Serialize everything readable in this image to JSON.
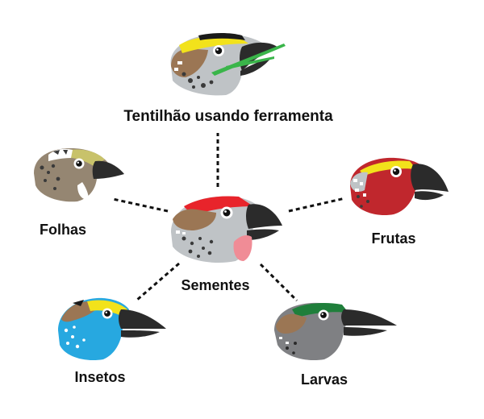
{
  "diagram": {
    "center": {
      "label": "Sementes"
    },
    "nodes": [
      {
        "id": "ferramenta",
        "label": "Tentilhão usando ferramenta"
      },
      {
        "id": "folhas",
        "label": "Folhas"
      },
      {
        "id": "frutas",
        "label": "Frutas"
      },
      {
        "id": "insetos",
        "label": "Insetos"
      },
      {
        "id": "larvas",
        "label": "Larvas"
      }
    ],
    "edges": [
      {
        "from": "sementes",
        "to": "ferramenta"
      },
      {
        "from": "sementes",
        "to": "folhas"
      },
      {
        "from": "sementes",
        "to": "frutas"
      },
      {
        "from": "sementes",
        "to": "insetos"
      },
      {
        "from": "sementes",
        "to": "larvas"
      }
    ],
    "icons": {
      "center": "finch-head-seeds-icon",
      "ferramenta": "finch-head-tool-icon",
      "folhas": "finch-head-leaves-icon",
      "frutas": "finch-head-fruit-icon",
      "insetos": "finch-head-insects-icon",
      "larvas": "finch-head-larvae-icon"
    },
    "colors": {
      "connector": "#111111",
      "beak": "#2b2b2b",
      "eye_ring": "#ffffff",
      "crest_red": "#e8242b",
      "crest_yellow": "#f2e21b",
      "cheek_brown": "#9b7654",
      "head_grey": "#bfc3c6",
      "insect_blue": "#27a8e0",
      "fruit_red": "#c0272d",
      "leaf_olive": "#c8c26a",
      "leaf_taupe": "#958672",
      "larva_green": "#1f7f3b",
      "larva_grey": "#7f8083",
      "tool_green": "#3ab54a",
      "throat_pink": "#f08c96"
    }
  }
}
